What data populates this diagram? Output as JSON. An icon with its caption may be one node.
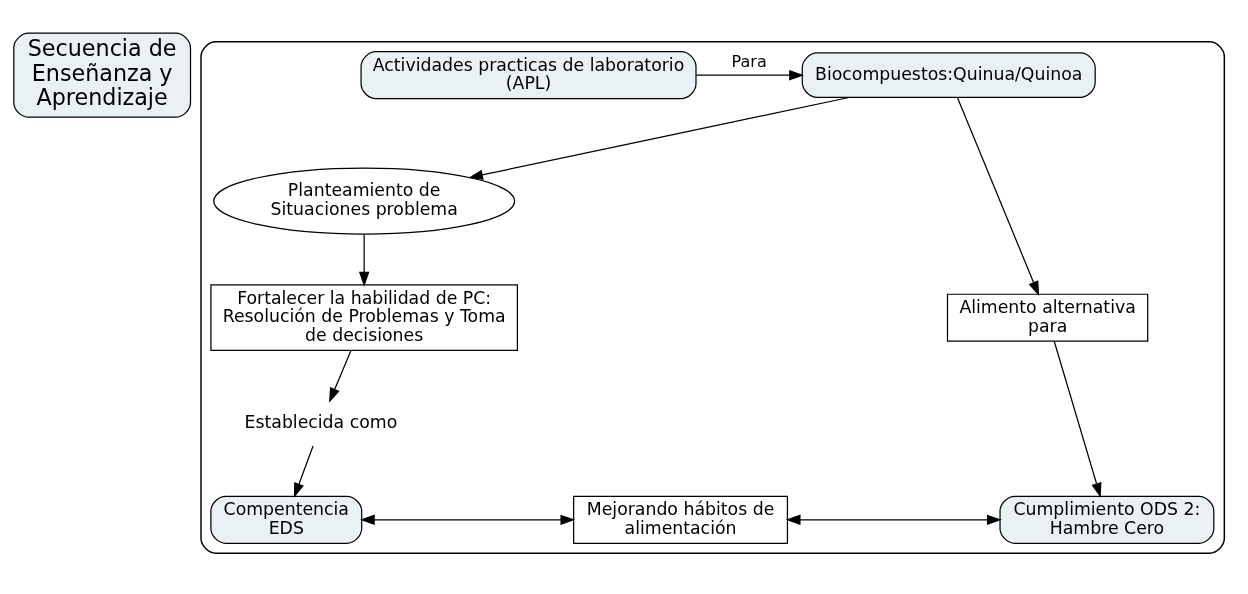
{
  "diagram": {
    "nodes": [
      {
        "text": [
          "Secuencia de Enseñanza y Aprendizaje"
        ]
      },
      {
        "text": [],
        "shape": "box"
      },
      {
        "text": [
          "Actividades practicas de laboratorio (APL)"
        ],
        "in": 1
      },
      {
        "text": [
          "Biocompuestos:Quinua/Quinoa"
        ],
        "in": 1
      },
      {
        "text": [
          "Planteamiento de Situaciones problema"
        ],
        "in": 1
      },
      {
        "text": [
          "Alimento alternativa para"
        ],
        "in": 1
      },
      {
        "text": [
          "Fortalecer la habilidad de PC: Resolución de Problemas y Toma de decisiones"
        ],
        "in": 1
      },
      {
        "text": [
          "Establecida como"
        ],
        "in": 1
      },
      {
        "text": [
          "Compentencia EDS"
        ],
        "in": 1
      },
      {
        "text": [
          "Mejorando hábitos de alimentación"
        ],
        "in": 1
      },
      {
        "text": [
          "Cumplimiento ODS 2: Hambre Cero"
        ],
        "in": 1
      }
    ],
    "edges": [
      {
        "from": 2,
        "to": 3,
        "arrow": "to",
        "label": "Para"
      },
      {
        "from": 3,
        "to": 4,
        "arrow": "to"
      },
      {
        "from": 3,
        "to": 5,
        "arrow": "to"
      },
      {
        "from": 4,
        "to": 6,
        "arrow": "to"
      },
      {
        "from": 6,
        "to": 7,
        "arrow": "to"
      },
      {
        "from": 7,
        "to": 8,
        "arrow": "to"
      },
      {
        "from": 5,
        "to": 10,
        "arrow": "to"
      },
      {
        "from": 8,
        "to": 9,
        "arrow": "both"
      },
      {
        "from": 9,
        "to": 10,
        "arrow": "both"
      }
    ]
  }
}
